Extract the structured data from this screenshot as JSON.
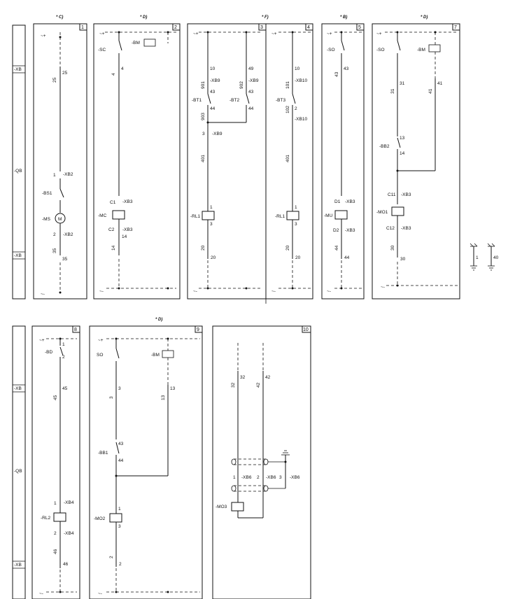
{
  "headers": [
    "* C)",
    "* D)",
    "* F)",
    "* B)",
    "* D)",
    "* D)"
  ],
  "panel_numbers": [
    "1",
    "2",
    "3",
    "4",
    "5",
    "7",
    "8",
    "9",
    "10"
  ],
  "side_labels": [
    "-XB",
    "-QB",
    "-XB",
    "-XB",
    "-QB",
    "-XB"
  ],
  "rail_top": [
    "~+",
    "~+",
    "~+",
    "~+",
    "~+",
    "~+",
    "~+",
    "~+"
  ],
  "rail_bottom": [
    "~-",
    "~-",
    "~-",
    "~-",
    "~-",
    "~-",
    "~-",
    "~-"
  ],
  "devices": {
    "bs1": "-BS1",
    "ms": "-MS",
    "ms_symbol": "M",
    "sc": "-SC",
    "bm": "-BM",
    "mc": "-MC",
    "bt1": "-BT1",
    "bt2": "-BT2",
    "rl1": "-RL1",
    "bt3": "-BT3",
    "so": "-SO",
    "mu": "-MU",
    "bb2": "-BB2",
    "mo1": "-MO1",
    "bd": "-BD",
    "rl2": "-RL2",
    "so_plain": "SO",
    "bb1": "-BB1",
    "mo2": "-MO2",
    "mo3": "-MO3"
  },
  "terminals": {
    "xb2": "-XB2",
    "xb3": "-XB3",
    "xb9": "-XB9",
    "xb10": "-XB10",
    "xb4": "-XB4",
    "xb6": "-XB6"
  },
  "wires": {
    "w25": "25",
    "w4": "4",
    "w10": "10",
    "w49": "49",
    "w43": "43",
    "w31": "31",
    "w41": "41",
    "w45": "45",
    "w3": "3",
    "w13": "13",
    "w32": "32",
    "w42": "42",
    "w35": "35",
    "w14": "14",
    "w20": "20",
    "w44": "44",
    "w30": "30",
    "w46": "46",
    "w2": "2",
    "w1": "1",
    "w40": "40",
    "w401": "401",
    "w901": "901",
    "w902": "902",
    "w903": "903",
    "w101": "101",
    "w102": "102"
  },
  "pins": {
    "p1": "1",
    "p2": "2",
    "p3": "3",
    "p4": "4",
    "p14": "14",
    "p13": "13",
    "p43": "43",
    "p44": "44",
    "c1": "C1",
    "c2": "C2",
    "d1": "D1",
    "d2": "D2",
    "c11": "C11",
    "c12": "C12"
  }
}
